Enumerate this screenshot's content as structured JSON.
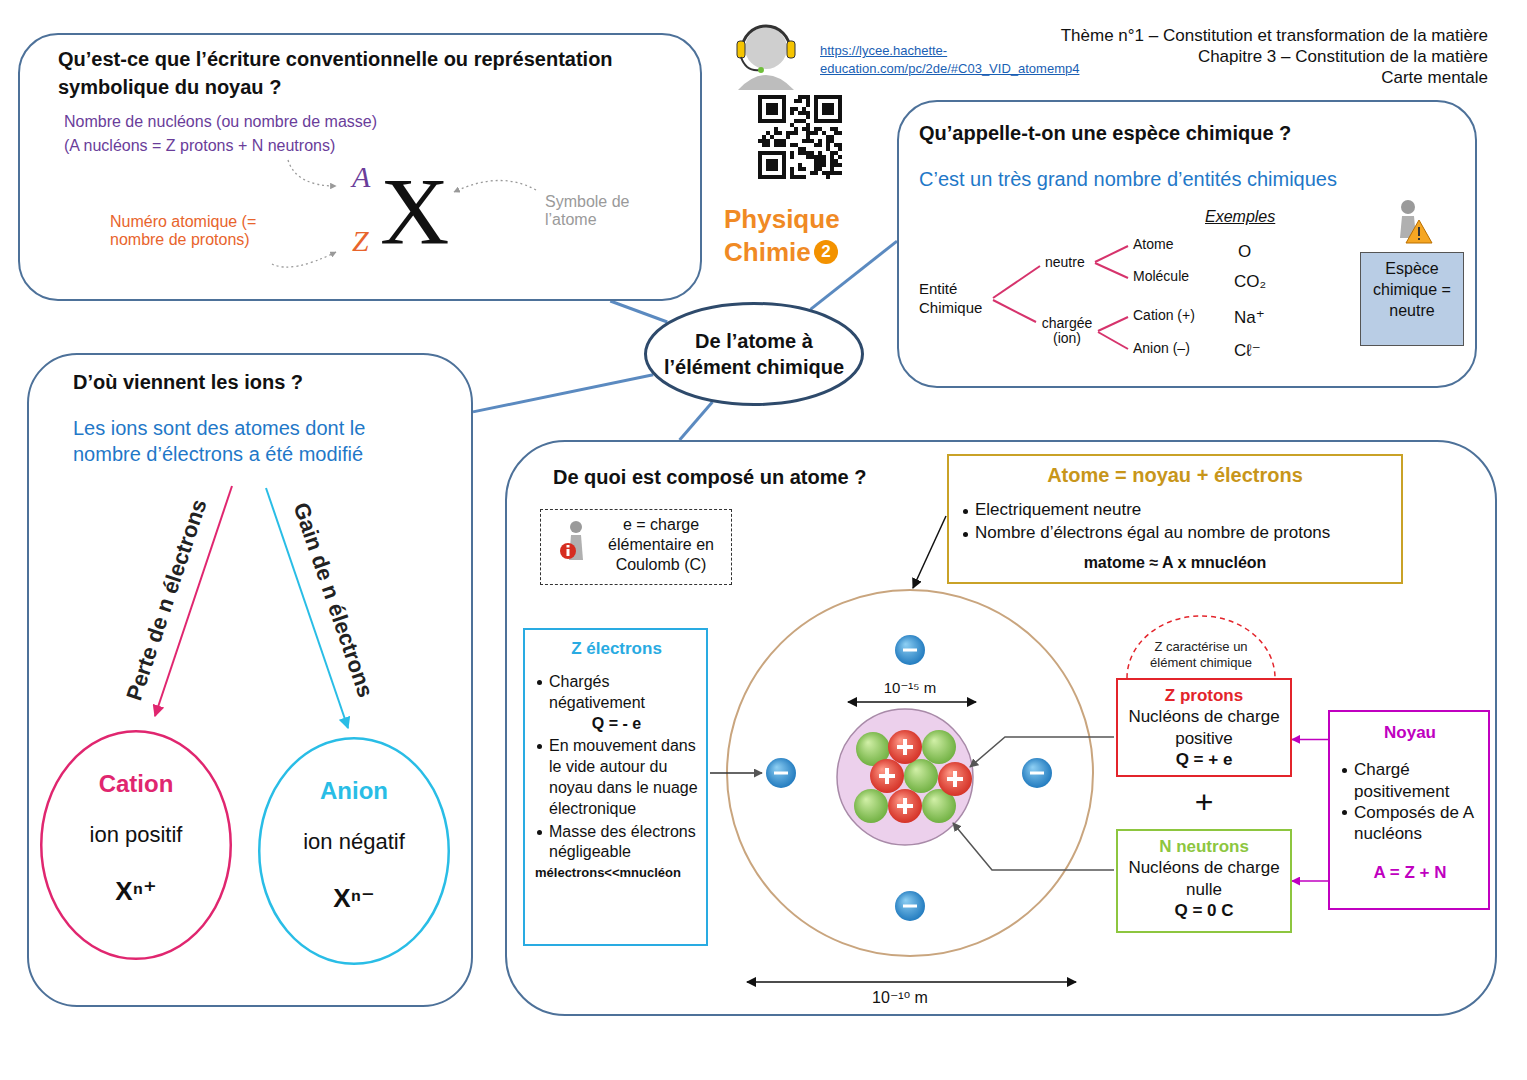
{
  "diagram": {
    "nodes": [
      {
        "text": [
          "Qu’est-ce que l’écriture conventionnelle ou représentation symbolique du noyau ?",
          "Nombre de nucléons (ou nombre de masse)",
          "(A nucléons = Z protons + N neutrons)",
          "A",
          "X",
          "Z",
          "Numéro atomique (= nombre de protons)",
          "Symbole de l’atome"
        ]
      },
      {
        "text": [
          "Qu’appelle-t-on une espèce chimique ?",
          "C’est un très grand nombre d’entités chimiques"
        ]
      },
      {
        "text": [
          "Espèce chimique = neutre"
        ],
        "in": 1
      },
      {
        "text": [
          "De l’atome à l’élément chimique"
        ]
      },
      {
        "text": [
          "D’où viennent les ions ?",
          "Les ions sont des atomes dont le nombre d’électrons a été modifié"
        ]
      },
      {
        "text": [
          "Cation",
          "ion positif",
          "Xⁿ⁺"
        ],
        "in": 4
      },
      {
        "text": [
          "Anion",
          "ion négatif",
          "Xⁿ⁻"
        ],
        "in": 4
      },
      {
        "text": [
          "De quoi est composé un atome ?"
        ]
      },
      {
        "text": [
          "e = charge élémentaire en Coulomb (C)"
        ],
        "in": 7
      },
      {
        "text": [
          "Atome = noyau + électrons",
          "Electriquement neutre",
          "Nombre d’électrons égal au nombre de protons",
          "matome ≈ A x mnucléon"
        ],
        "in": 7
      },
      {
        "text": [
          "Z électrons",
          "Chargés négativement",
          "Q = - e",
          "En mouvement dans le vide autour du noyau dans le nuage électronique",
          "Masse des électrons négligeable",
          "mélectrons<<mnucléon"
        ],
        "in": 7
      },
      {
        "text": [
          "Z caractérise un élément chimique"
        ],
        "in": 7
      },
      {
        "text": [
          "Z protons",
          "Nucléons de charge positive",
          "Q = + e"
        ],
        "in": 7
      },
      {
        "text": [
          "N neutrons",
          "Nucléons de charge nulle",
          "Q = 0 C"
        ],
        "in": 7
      },
      {
        "text": [
          "Noyau",
          "Chargé positivement",
          "Composés de A nucléons",
          "A = Z + N"
        ],
        "in": 7
      }
    ],
    "edges": [
      {
        "from": 3,
        "to": 0,
        "arrow": "none"
      },
      {
        "from": 3,
        "to": 1,
        "arrow": "none"
      },
      {
        "from": 3,
        "to": 4,
        "arrow": "none"
      },
      {
        "from": 3,
        "to": 7,
        "arrow": "none"
      },
      {
        "from": 14,
        "to": 12,
        "arrow": "to"
      },
      {
        "from": 14,
        "to": 13,
        "arrow": "to"
      }
    ],
    "labels": [
      "https://lycee.hachette-education.com/pc/2de/#C03_VID_atomemp4",
      "Thème n°1 – Constitution et transformation de la matière",
      "Chapitre 3 – Constitution de la matière",
      "Carte mentale",
      "Physique Chimie",
      "2",
      "Exemples",
      "Entité Chimique",
      "neutre",
      "chargée (ion)",
      "Atome",
      "Molécule",
      "Cation (+)",
      "Anion (–)",
      "O",
      "CO₂",
      "Na⁺",
      "Cℓ⁻",
      "Perte de n électrons",
      "Gain de n électrons",
      "10⁻¹⁵ m",
      "+",
      "10⁻¹⁰ m"
    ]
  }
}
